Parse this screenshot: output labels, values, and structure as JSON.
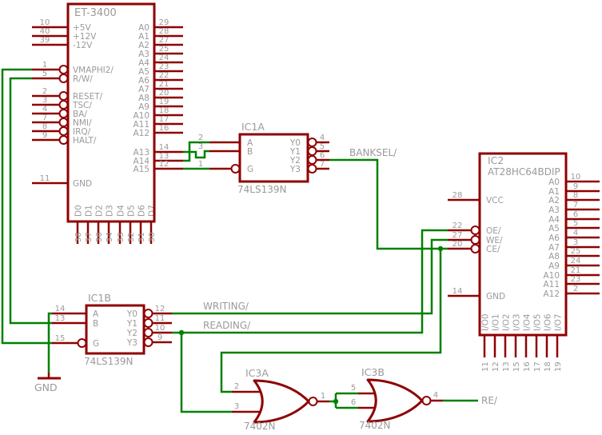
{
  "colors": {
    "component": "#8F0000",
    "wire": "#008000",
    "text": "#9A9A9A",
    "background": "#FFFFFF"
  },
  "components": {
    "et3400": {
      "title": "ET-3400",
      "left_pins": [
        {
          "num": "10",
          "label": "+5V"
        },
        {
          "num": "40",
          "label": "+12V"
        },
        {
          "num": "39",
          "label": "-12V"
        },
        {
          "num": "1",
          "label": "VMAPHI2/",
          "inv": true
        },
        {
          "num": "5",
          "label": "R/W/",
          "inv": true
        },
        {
          "num": "2",
          "label": "RESET/",
          "inv": true
        },
        {
          "num": "3",
          "label": "TSC/",
          "inv": true
        },
        {
          "num": "4",
          "label": "BA/",
          "inv": true
        },
        {
          "num": "7",
          "label": "NMI/",
          "inv": true
        },
        {
          "num": "8",
          "label": "IRQ/",
          "inv": true
        },
        {
          "num": "9",
          "label": "HALT/",
          "inv": true
        },
        {
          "num": "11",
          "label": "GND"
        }
      ],
      "right_pins": [
        {
          "num": "29",
          "label": "A0"
        },
        {
          "num": "28",
          "label": "A1"
        },
        {
          "num": "27",
          "label": "A2"
        },
        {
          "num": "25",
          "label": "A3"
        },
        {
          "num": "24",
          "label": "A4"
        },
        {
          "num": "23",
          "label": "A5"
        },
        {
          "num": "22",
          "label": "A6"
        },
        {
          "num": "21",
          "label": "A7"
        },
        {
          "num": "20",
          "label": "A8"
        },
        {
          "num": "19",
          "label": "A9"
        },
        {
          "num": "18",
          "label": "A10"
        },
        {
          "num": "17",
          "label": "A11"
        },
        {
          "num": "16",
          "label": "A12"
        },
        {
          "num": "14",
          "label": "A13"
        },
        {
          "num": "13",
          "label": "A14"
        },
        {
          "num": "12",
          "label": "A15"
        }
      ],
      "bottom_pins": [
        {
          "num": "38",
          "label": "D0"
        },
        {
          "num": "37",
          "label": "D1"
        },
        {
          "num": "36",
          "label": "D2"
        },
        {
          "num": "34",
          "label": "D3"
        },
        {
          "num": "33",
          "label": "D4"
        },
        {
          "num": "32",
          "label": "D5"
        },
        {
          "num": "31",
          "label": "D6"
        },
        {
          "num": "30",
          "label": "D7"
        }
      ]
    },
    "ic1a": {
      "title": "IC1A",
      "part": "74LS139N",
      "left_pins": [
        {
          "num": "2",
          "label": "A"
        },
        {
          "num": "3",
          "label": "B"
        },
        {
          "num": "1",
          "label": "G",
          "inv": true
        }
      ],
      "right_pins": [
        {
          "num": "4",
          "label": "Y0",
          "inv": true
        },
        {
          "num": "5",
          "label": "Y1",
          "inv": true
        },
        {
          "num": "6",
          "label": "Y2",
          "inv": true
        },
        {
          "num": "7",
          "label": "Y3",
          "inv": true
        }
      ]
    },
    "ic1b": {
      "title": "IC1B",
      "part": "74LS139N",
      "left_pins": [
        {
          "num": "14",
          "label": "A"
        },
        {
          "num": "13",
          "label": "B"
        },
        {
          "num": "15",
          "label": "G",
          "inv": true
        }
      ],
      "right_pins": [
        {
          "num": "12",
          "label": "Y0",
          "inv": true
        },
        {
          "num": "11",
          "label": "Y1",
          "inv": true
        },
        {
          "num": "10",
          "label": "Y2",
          "inv": true
        },
        {
          "num": "9",
          "label": "Y3",
          "inv": true
        }
      ]
    },
    "ic2": {
      "title": "IC2",
      "part": "AT28HC64BDIP",
      "left_pins": [
        {
          "num": "28",
          "label": "VCC"
        },
        {
          "num": "22",
          "label": "OE/",
          "inv": true
        },
        {
          "num": "27",
          "label": "WE/",
          "inv": true
        },
        {
          "num": "20",
          "label": "CE/",
          "inv": true
        },
        {
          "num": "14",
          "label": "GND"
        }
      ],
      "right_pins": [
        {
          "num": "10",
          "label": "A0"
        },
        {
          "num": "9",
          "label": "A1"
        },
        {
          "num": "8",
          "label": "A2"
        },
        {
          "num": "7",
          "label": "A3"
        },
        {
          "num": "6",
          "label": "A4"
        },
        {
          "num": "5",
          "label": "A5"
        },
        {
          "num": "4",
          "label": "A6"
        },
        {
          "num": "3",
          "label": "A7"
        },
        {
          "num": "25",
          "label": "A8"
        },
        {
          "num": "24",
          "label": "A9"
        },
        {
          "num": "21",
          "label": "A10"
        },
        {
          "num": "23",
          "label": "A11"
        },
        {
          "num": "2",
          "label": "A12"
        }
      ],
      "bottom_pins": [
        {
          "num": "11",
          "label": "I/O0"
        },
        {
          "num": "12",
          "label": "I/O1"
        },
        {
          "num": "13",
          "label": "I/O2"
        },
        {
          "num": "15",
          "label": "I/O3"
        },
        {
          "num": "16",
          "label": "I/O4"
        },
        {
          "num": "17",
          "label": "I/O5"
        },
        {
          "num": "18",
          "label": "I/O6"
        },
        {
          "num": "19",
          "label": "I/O7"
        }
      ]
    },
    "ic3a": {
      "title": "IC3A",
      "part": "7402N",
      "input_pins": [
        {
          "num": "2"
        },
        {
          "num": "3"
        }
      ],
      "output_pin": {
        "num": "1"
      }
    },
    "ic3b": {
      "title": "IC3B",
      "part": "7402N",
      "input_pins": [
        {
          "num": "5"
        },
        {
          "num": "6"
        }
      ],
      "output_pin": {
        "num": "4"
      }
    }
  },
  "nets": {
    "banksel": "BANKSEL/",
    "writing": "WRITING/",
    "reading": "READING/",
    "re": "RE/",
    "gnd": "GND"
  }
}
